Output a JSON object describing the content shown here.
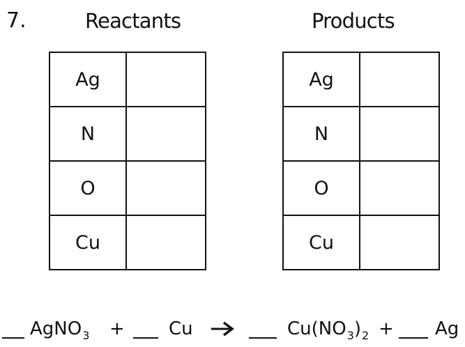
{
  "problem_number": "7.",
  "reactants": {
    "heading": "Reactants",
    "rows": [
      {
        "element": "Ag",
        "count": ""
      },
      {
        "element": "N",
        "count": ""
      },
      {
        "element": "O",
        "count": ""
      },
      {
        "element": "Cu",
        "count": ""
      }
    ]
  },
  "products": {
    "heading": "Products",
    "rows": [
      {
        "element": "Ag",
        "count": ""
      },
      {
        "element": "N",
        "count": ""
      },
      {
        "element": "O",
        "count": ""
      },
      {
        "element": "Cu",
        "count": ""
      }
    ]
  },
  "equation": {
    "term1": {
      "base": "AgNO",
      "sub": "3"
    },
    "plus1": "+",
    "term2": "Cu",
    "arrow_icon": "right-arrow-icon",
    "term3": {
      "base": "Cu(NO",
      "sub1": "3",
      "close": ")",
      "sub2": "2"
    },
    "plus2": "+",
    "term4": "Ag"
  }
}
